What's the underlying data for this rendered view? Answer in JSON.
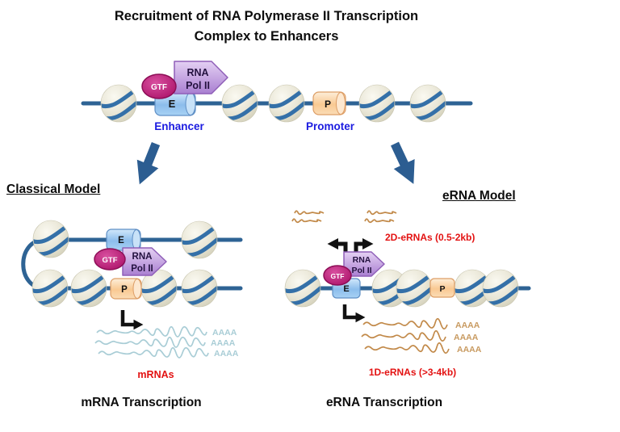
{
  "title": {
    "line1": "Recruitment of RNA Polymerase II Transcription",
    "line2": "Complex to Enhancers"
  },
  "top_diagram": {
    "gtf_label": "GTF",
    "pol_line1": "RNA",
    "pol_line2": "Pol II",
    "enhancer_box_label": "E",
    "promoter_box_label": "P",
    "enhancer_label": "Enhancer",
    "promoter_label": "Promoter"
  },
  "classical": {
    "heading": "Classical Model",
    "polya_tail": "AAAA",
    "mrnas_label": "mRNAs",
    "caption": "mRNA Transcription"
  },
  "erna": {
    "heading": "eRNA Model",
    "two_d_label": "2D-eRNAs (0.5-2kb)",
    "one_d_label": "1D-eRNAs (>3-4kb)",
    "caption": "eRNA Transcription"
  },
  "colors": {
    "dna_line": "#2e6394",
    "nucleosome_fill": "#ebe9dc",
    "nucleosome_stripe": "#3470a8",
    "gtf_fill": "#bf1c7c",
    "pol_ii_fill": "#c7a1e3",
    "enhancer_box_fill": "#9dc9f0",
    "promoter_box_fill": "#fbd9b2",
    "gene_label_blue": "#1b1be0",
    "annotation_red": "#e31212",
    "mrna_wave": "#a9cdd6",
    "erna_wave": "#c28a4a",
    "branch_arrow_blue": "#2c5d91",
    "tss_arrow_black": "#111111"
  }
}
